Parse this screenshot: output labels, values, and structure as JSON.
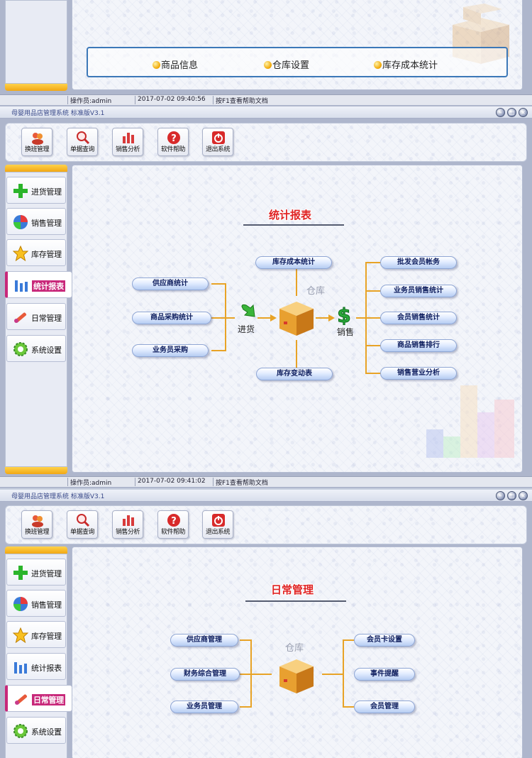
{
  "app": {
    "title": "母婴用品店管理系统 标准版V3.1"
  },
  "window_buttons": [
    "minimize",
    "restore",
    "close"
  ],
  "toolbar": [
    {
      "id": "shift",
      "label": "换班管理",
      "icon": "users-icon"
    },
    {
      "id": "query",
      "label": "单据查询",
      "icon": "magnifier-icon"
    },
    {
      "id": "sales",
      "label": "销售分析",
      "icon": "bar-chart-icon"
    },
    {
      "id": "help",
      "label": "软件帮助",
      "icon": "help-icon"
    },
    {
      "id": "exit",
      "label": "退出系统",
      "icon": "power-icon"
    }
  ],
  "sidebar": [
    {
      "id": "purchase",
      "label": "进货管理",
      "icon": "plus-icon"
    },
    {
      "id": "sales",
      "label": "销售管理",
      "icon": "globe-icon"
    },
    {
      "id": "stock",
      "label": "库存管理",
      "icon": "star-icon"
    },
    {
      "id": "report",
      "label": "统计报表",
      "icon": "bars-icon"
    },
    {
      "id": "daily",
      "label": "日常管理",
      "icon": "wrench-icon"
    },
    {
      "id": "settings",
      "label": "系统设置",
      "icon": "gear-icon"
    }
  ],
  "top_panel": {
    "links": [
      "商品信息",
      "仓库设置",
      "库存成本统计"
    ],
    "status": {
      "operator": "操作员:admin",
      "time": "2017-07-02 09:40:56",
      "hint": "按F1查看帮助文档"
    }
  },
  "report_panel": {
    "title": "统计报表",
    "left_items": [
      "供应商统计",
      "商品采购统计",
      "业务员采购"
    ],
    "top_item": "库存成本统计",
    "bottom_item": "库存变动表",
    "right_items": [
      "批发会员帐务",
      "业务员销售统计",
      "会员销售统计",
      "商品销售排行",
      "销售营业分析"
    ],
    "captions": {
      "purchase": "进货",
      "warehouse": "仓库",
      "sales": "销售"
    },
    "status": {
      "operator": "操作员:admin",
      "time": "2017-07-02 09:41:02",
      "hint": "按F1查看帮助文档"
    }
  },
  "daily_panel": {
    "title": "日常管理",
    "left_items": [
      "供应商管理",
      "财务综合管理",
      "业务员管理"
    ],
    "right_items": [
      "会员卡设置",
      "事件提醒",
      "会员管理"
    ],
    "captions": {
      "warehouse": "仓库"
    }
  }
}
